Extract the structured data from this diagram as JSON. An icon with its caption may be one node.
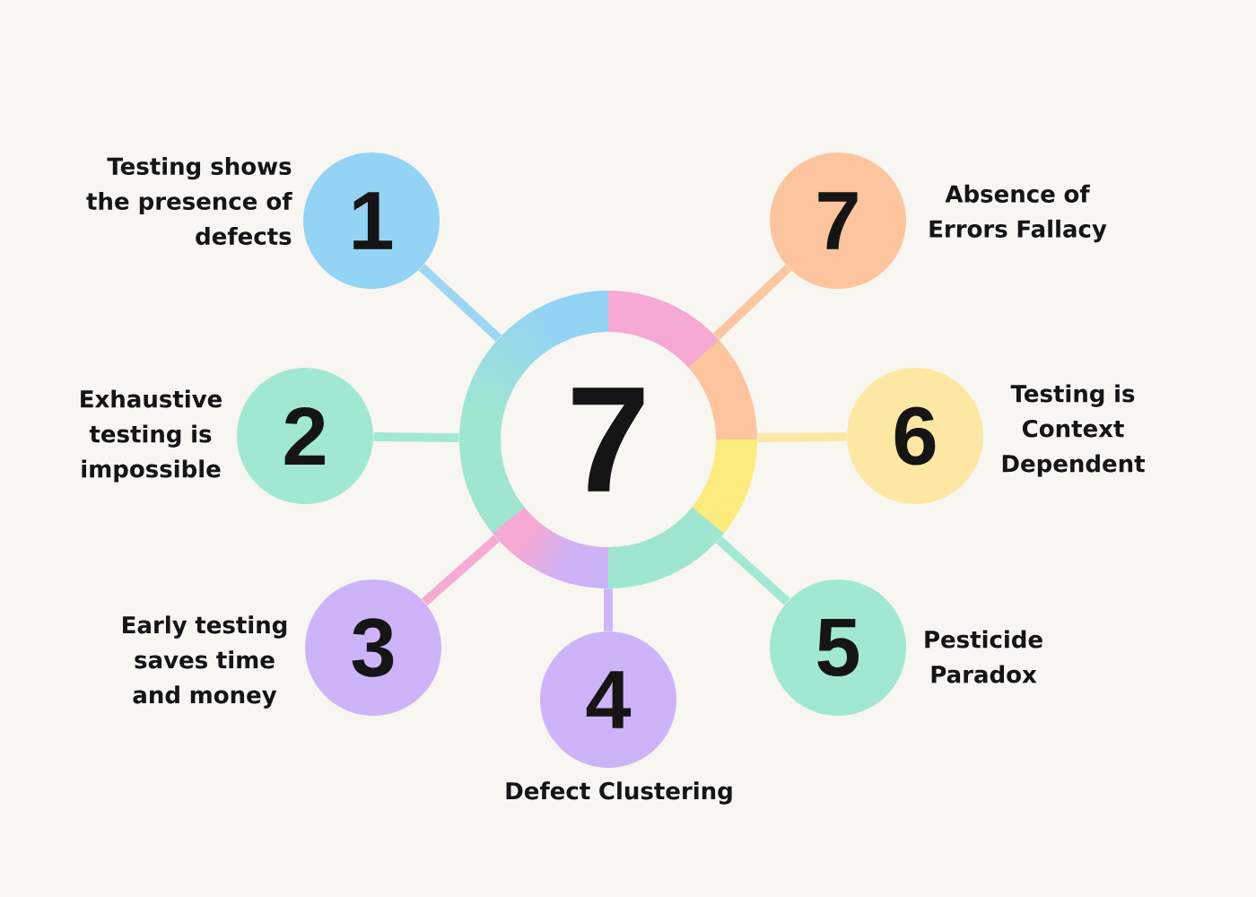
{
  "diagram": {
    "nodes": [
      {
        "text": [
          "7"
        ]
      },
      {
        "text": [
          "1"
        ],
        "beside": [
          "Testing shows the presence of defects"
        ]
      },
      {
        "text": [
          "2"
        ],
        "beside": [
          "Exhaustive testing is impossible"
        ]
      },
      {
        "text": [
          "3"
        ],
        "beside": [
          "Early testing saves time and money"
        ]
      },
      {
        "text": [
          "4"
        ],
        "beside": [
          "Defect Clustering"
        ]
      },
      {
        "text": [
          "5"
        ],
        "beside": [
          "Pesticide Paradox"
        ]
      },
      {
        "text": [
          "6"
        ],
        "beside": [
          "Testing is Context Dependent"
        ]
      },
      {
        "text": [
          "7"
        ],
        "beside": [
          "Absence of Errors Fallacy"
        ]
      }
    ],
    "edges": [
      {
        "from": 0,
        "to": 1,
        "arrow": "none",
        "color": "#9dd6f3"
      },
      {
        "from": 0,
        "to": 2,
        "arrow": "none",
        "color": "#a3e8d3"
      },
      {
        "from": 0,
        "to": 3,
        "arrow": "none",
        "color": "#f7abd2"
      },
      {
        "from": 0,
        "to": 4,
        "arrow": "none",
        "color": "#cbb5f7"
      },
      {
        "from": 0,
        "to": 5,
        "arrow": "none",
        "color": "#a3e8d3"
      },
      {
        "from": 0,
        "to": 6,
        "arrow": "none",
        "color": "#fde8a3"
      },
      {
        "from": 0,
        "to": 7,
        "arrow": "none",
        "color": "#fbc7a1"
      }
    ]
  }
}
